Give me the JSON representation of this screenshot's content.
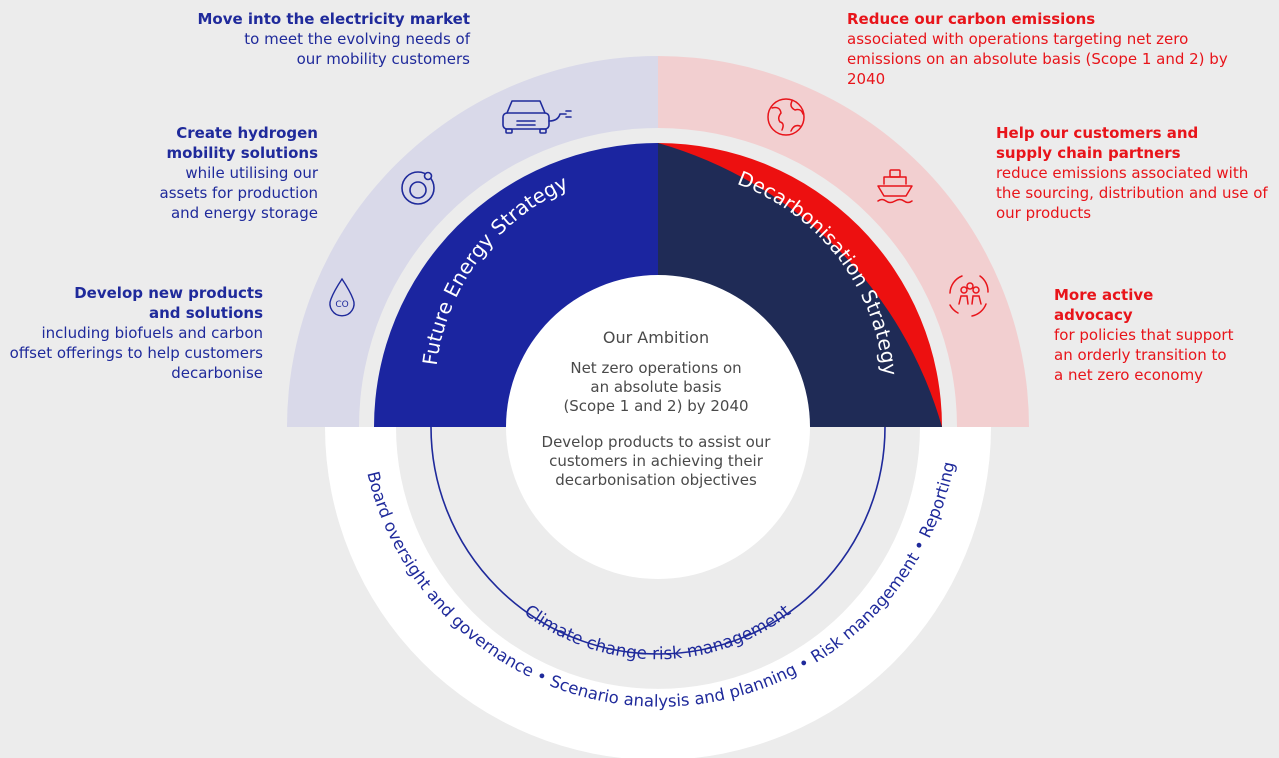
{
  "colors": {
    "background": "#ececec",
    "future_strategy_blue": "#1b25a0",
    "decarbonisation_red": "#ed1010",
    "overlap_navy": "#1f2b56",
    "outer_left_band": "#d9d9e9",
    "outer_right_band": "#f2cfd0",
    "text_blue": "#1f2a9b",
    "text_red": "#e8141a"
  },
  "center": {
    "title": "Our Ambition",
    "para1": "Net zero operations on an absolute basis (Scope 1 and 2) by 2040",
    "para2": "Develop products to assist our customers in achieving their decarbonisation objectives"
  },
  "strategies": {
    "left": "Future Energy Strategy",
    "right": "Decarbonisation Strategy"
  },
  "inner_ring_label": "Climate change risk management",
  "outer_ring_label": "Board oversight and governance • Scenario analysis and planning • Risk management • Reporting",
  "left_items": [
    {
      "heading": "Move into the electricity market",
      "body": "to meet the evolving needs of our mobility customers",
      "icon": "electric-car-icon"
    },
    {
      "heading": "Create hydrogen mobility solutions",
      "body": "while utilising our assets for production and energy storage",
      "icon": "hydrogen-icon"
    },
    {
      "heading": "Develop new products and solutions",
      "body": "including biofuels and carbon offset offerings to help customers decarbonise",
      "icon": "co2-droplet-icon"
    }
  ],
  "right_items": [
    {
      "heading": "Reduce our carbon emissions",
      "body": "associated with operations targeting net zero emissions on an absolute basis (Scope 1 and 2) by 2040",
      "icon": "globe-icon"
    },
    {
      "heading": "Help our customers and supply chain partners",
      "body": "reduce emissions associated with the sourcing, distribution and use of our products",
      "icon": "ship-icon"
    },
    {
      "heading": "More active advocacy",
      "body": "for policies that support an orderly transition to a net zero economy",
      "icon": "advocacy-people-icon"
    }
  ],
  "co2_icon_label": "CO"
}
